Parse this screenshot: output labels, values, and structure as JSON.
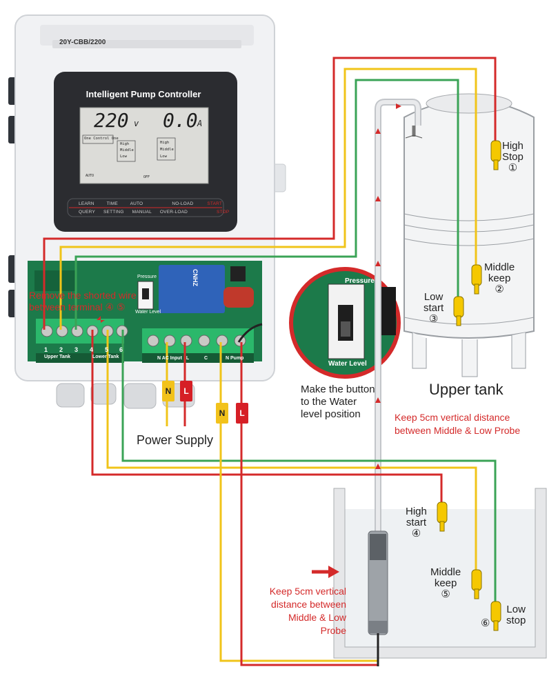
{
  "controller": {
    "model": "20Y-CBB/2200",
    "title": "Intelligent Pump Controller",
    "voltage": "220",
    "voltage_unit": "v",
    "current": "0.0",
    "current_unit": "A",
    "lcd_mode": "One Control One",
    "lcd_levels_left": [
      "High",
      "Middle",
      "Low"
    ],
    "lcd_levels_right": [
      "High",
      "Middle",
      "Low"
    ],
    "lcd_auto": "AUTO",
    "lcd_off": "OFF",
    "keys_row1": [
      "LEARN",
      "TIME",
      "AUTO",
      "NO-LOAD",
      "START"
    ],
    "keys_row2": [
      "QUERY",
      "SETTING",
      "MANUAL",
      "OVER-LOAD",
      "STOP"
    ],
    "relay_brand": "CNHZ",
    "switch_top": "Pressure",
    "switch_bottom": "Water Level",
    "terminals_upper": [
      "1",
      "2",
      "3",
      "4",
      "5",
      "6"
    ],
    "upper_tank_label": "Upper Tank",
    "lower_tank_label": "Lower Tank",
    "power_terminals": [
      "N",
      "AC Input",
      "L",
      "C",
      "N",
      "Pump"
    ]
  },
  "annotations": {
    "remove_wire_line1": "Remove the shorted wire",
    "remove_wire_line2": "between terminal ④ ⑤",
    "button_note_line1": "Make the button",
    "button_note_line2": "to the Water",
    "button_note_line3": "level position",
    "power_supply": "Power Supply",
    "upper_tank": "Upper tank",
    "upper_distance_line1": "Keep 5cm vertical distance",
    "upper_distance_line2": "between Middle & Low Probe",
    "lower_distance_line1": "Keep 5cm vertical",
    "lower_distance_line2": "distance between",
    "lower_distance_line3": "Middle & Low",
    "lower_distance_line4": "Probe"
  },
  "tags": {
    "neutral": "N",
    "live": "L"
  },
  "probes": {
    "upper_high": {
      "line1": "High",
      "line2": "Stop",
      "num": "①"
    },
    "upper_middle": {
      "line1": "Middle",
      "line2": "keep",
      "num": "②"
    },
    "upper_low": {
      "line1": "Low",
      "line2": "start",
      "num": "③"
    },
    "lower_high": {
      "line1": "High",
      "line2": "start",
      "num": "④"
    },
    "lower_middle": {
      "line1": "Middle",
      "line2": "keep",
      "num": "⑤"
    },
    "lower_low": {
      "line1": "Low",
      "line2": "stop",
      "num": "⑥"
    }
  },
  "colors": {
    "wire_red": "#d42a2a",
    "wire_yellow": "#f0c419",
    "wire_green": "#3aa356",
    "probe_yellow": "#f5c800",
    "enclosure": "#f1f2f4",
    "pcb": "#1c7a4a",
    "lcd_bg": "#dcdcd8"
  }
}
